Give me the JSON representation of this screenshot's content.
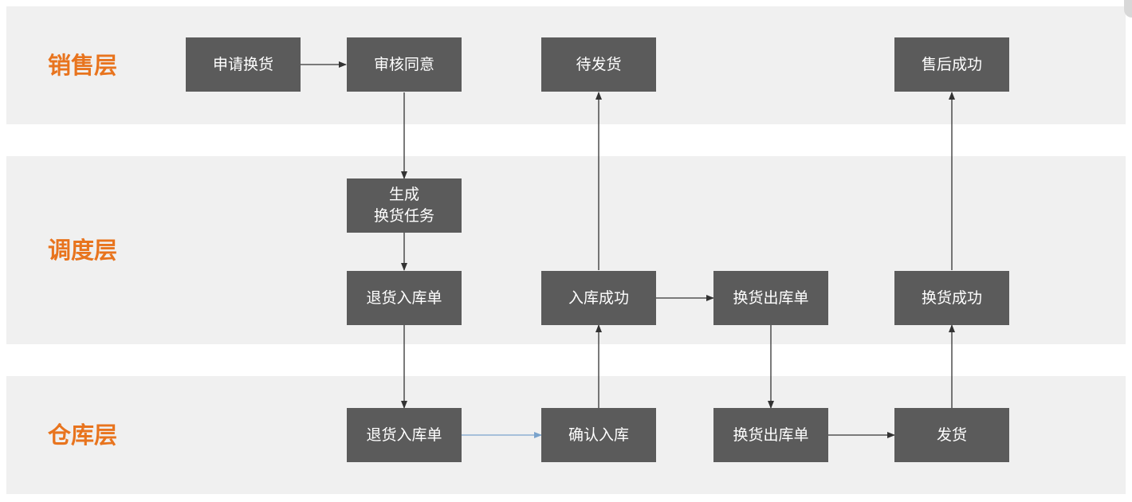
{
  "layers": {
    "sales": "销售层",
    "dispatch": "调度层",
    "warehouse": "仓库层"
  },
  "nodes": {
    "apply_exchange": "申请换货",
    "review_approve": "审核同意",
    "pending_ship": "待发货",
    "aftersale_success": "售后成功",
    "generate_task": "生成\n换货任务",
    "dispatch_return_inbound": "退货入库单",
    "inbound_success": "入库成功",
    "dispatch_exchange_outbound": "换货出库单",
    "exchange_success": "换货成功",
    "wh_return_inbound": "退货入库单",
    "confirm_inbound": "确认入库",
    "wh_exchange_outbound": "换货出库单",
    "ship": "发货"
  },
  "colors": {
    "layer_label": "#e8741e",
    "node_fill": "#5b5b5b",
    "node_text": "#ffffff",
    "band": "#f0f0f0",
    "arrow": "#333333",
    "arrow_highlight": "#7aa3cc"
  }
}
